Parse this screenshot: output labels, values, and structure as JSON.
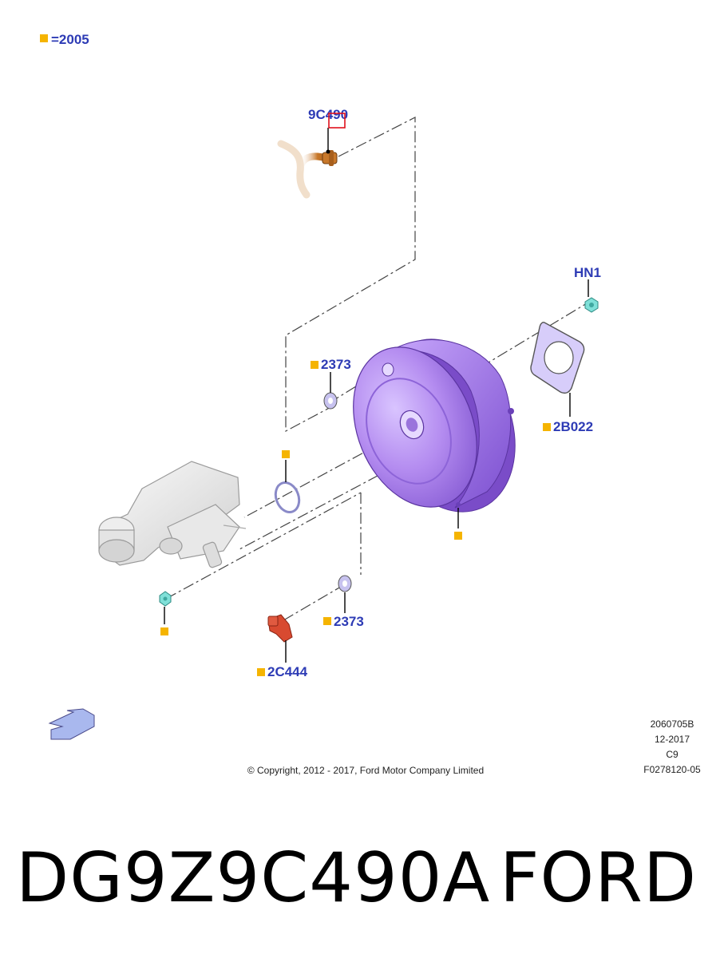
{
  "legend": {
    "equals_text": "=2005"
  },
  "callouts": {
    "c1": "9C490",
    "c2": "HN1",
    "c3": "2373",
    "c4": "2B022",
    "c5": "2373",
    "c6": "2C444"
  },
  "copyright": "© Copyright, 2012 - 2017, Ford Motor Company Limited",
  "drawing_info": {
    "ref": "2060705B",
    "date": "12-2017",
    "code": "C9",
    "figure": "F0278120-05"
  },
  "footer": {
    "part_number": "DG9Z9C490A",
    "brand": "FORD"
  },
  "colors": {
    "callout_text": "#2d3bb5",
    "marker": "#f5b400",
    "booster": "#b48cf0",
    "hose": "#c8782a",
    "clip": "#7fe0d8",
    "sensor": "#d84a30"
  }
}
